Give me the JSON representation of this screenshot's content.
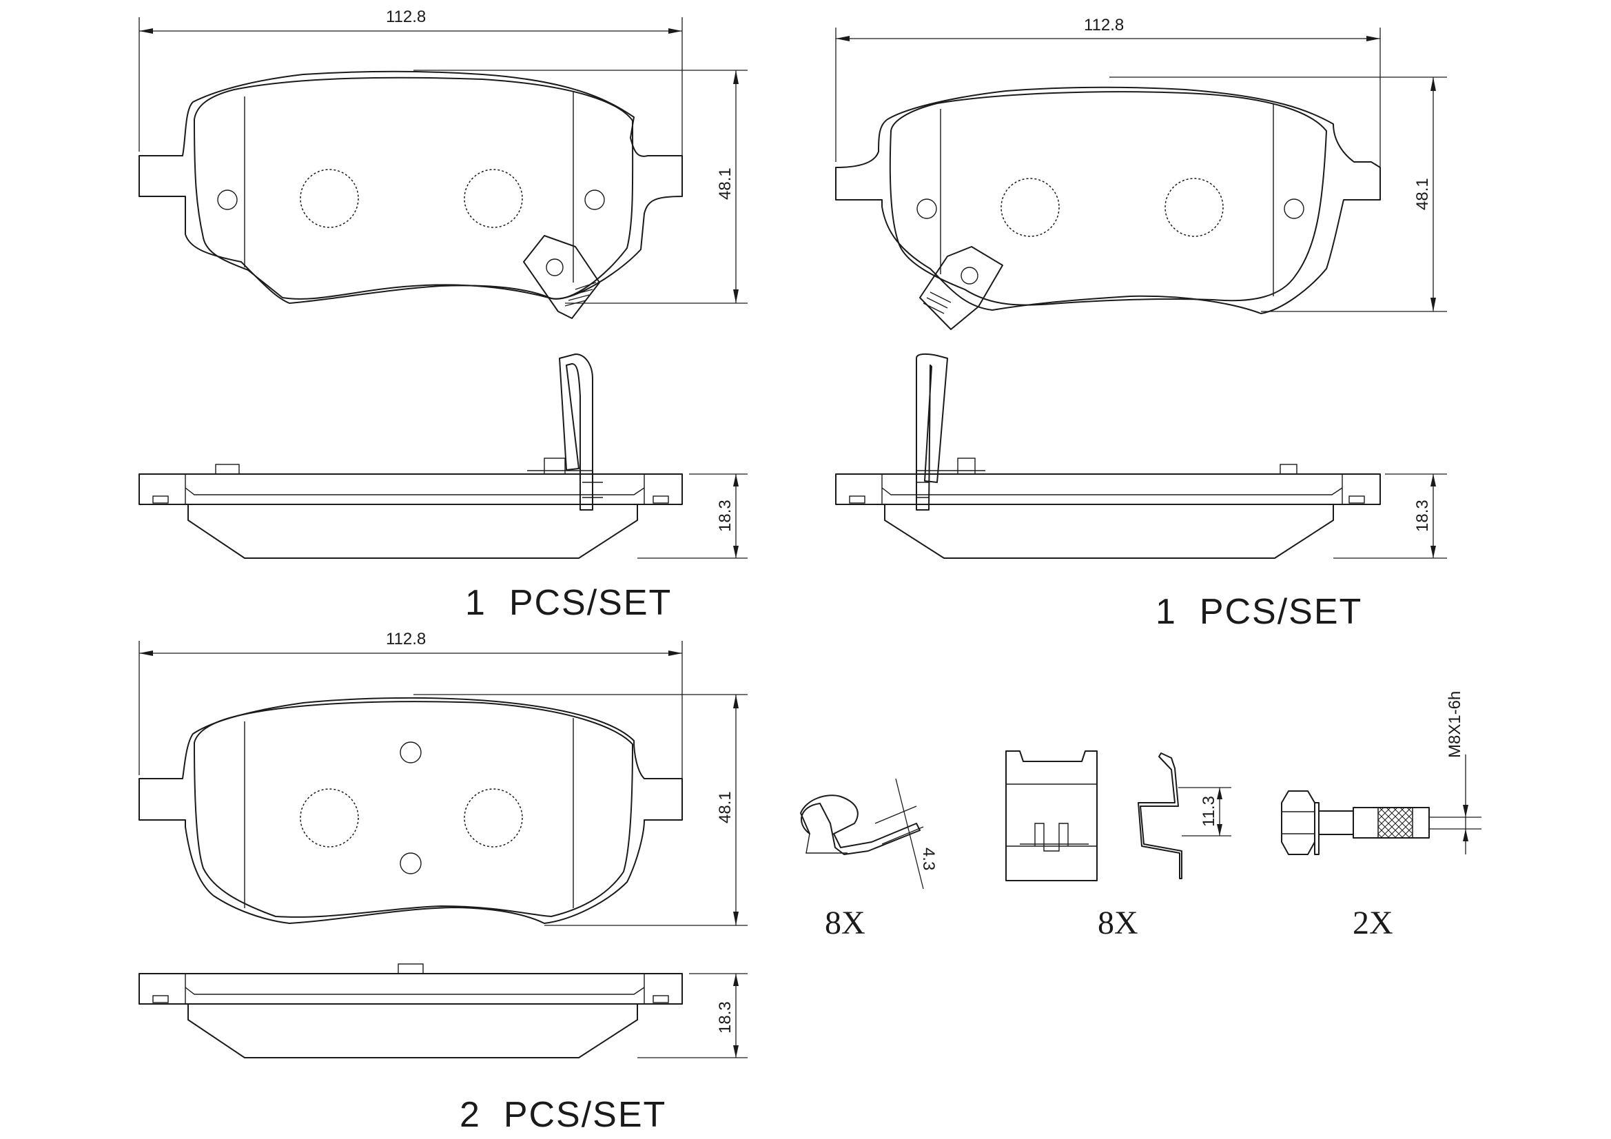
{
  "pad_top_left": {
    "width_dim": "112.8",
    "height_dim": "48.1",
    "thickness_dim": "18.3",
    "quantity_label": "1  PCS/SET"
  },
  "pad_top_right": {
    "width_dim": "112.8",
    "height_dim": "48.1",
    "thickness_dim": "18.3",
    "quantity_label": "1  PCS/SET"
  },
  "pad_bottom": {
    "width_dim": "112.8",
    "height_dim": "48.1",
    "thickness_dim": "18.3",
    "quantity_label": "2  PCS/SET"
  },
  "hardware": {
    "spring_clip": {
      "dim": "4.3",
      "qty": "8X"
    },
    "abutment_clip": {
      "dim": "11.3",
      "qty": "8X"
    },
    "bolt": {
      "thread": "M8X1-6h",
      "qty": "2X"
    }
  }
}
